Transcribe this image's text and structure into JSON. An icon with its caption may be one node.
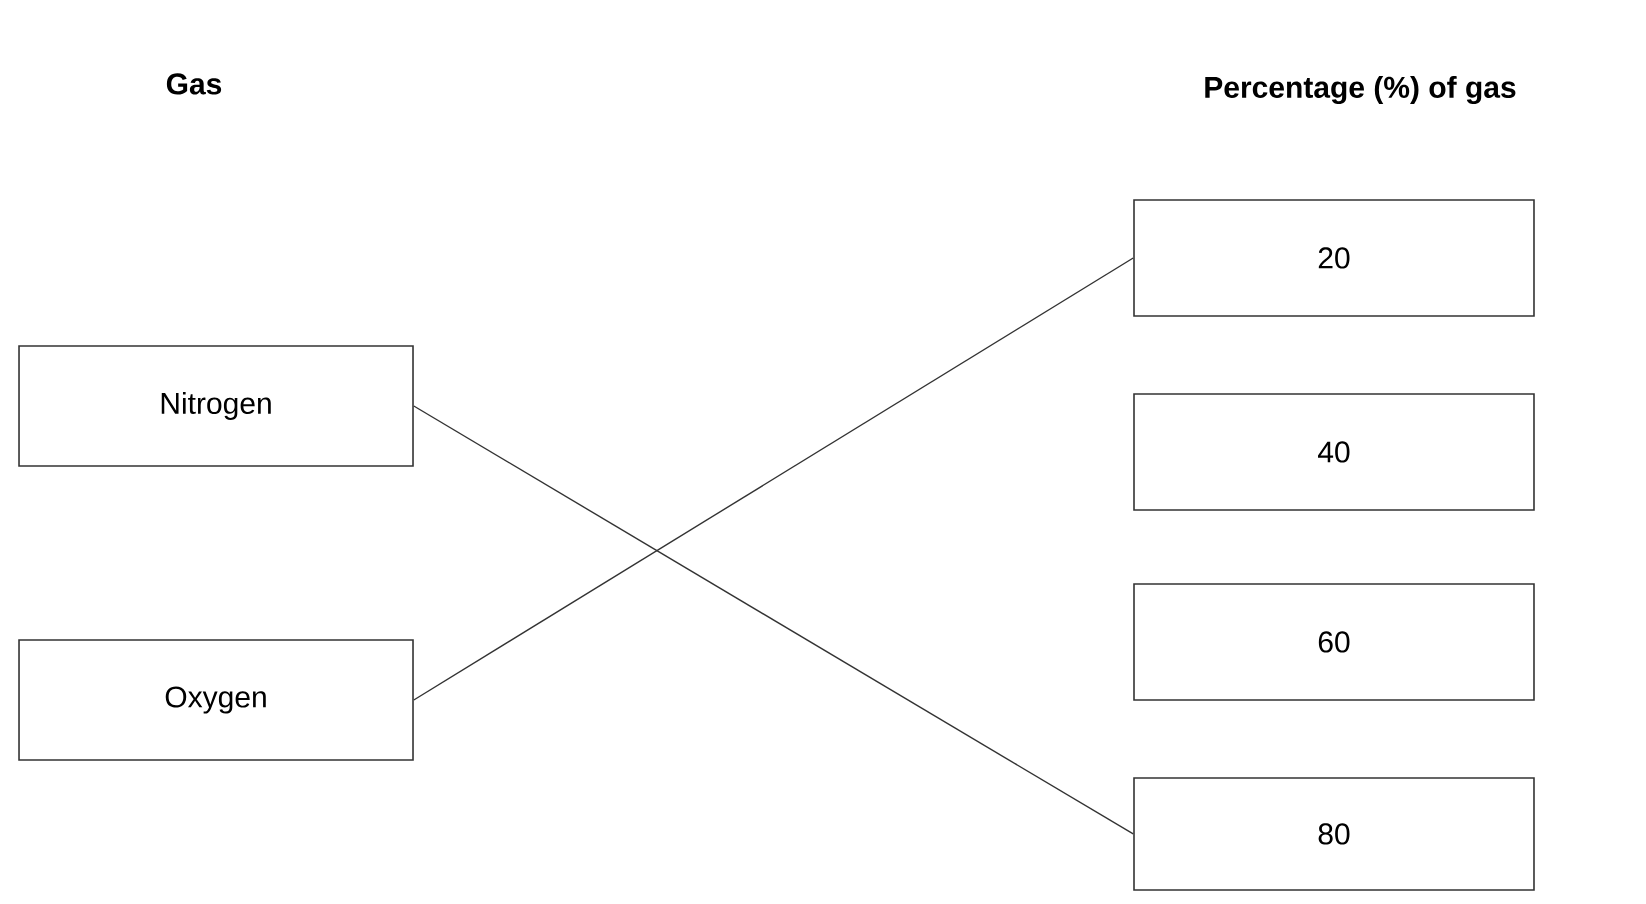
{
  "diagram": {
    "nodes": [
      {
        "text": [
          "Nitrogen"
        ]
      },
      {
        "text": [
          "Oxygen"
        ]
      },
      {
        "text": [
          "20"
        ]
      },
      {
        "text": [
          "40"
        ]
      },
      {
        "text": [
          "60"
        ]
      },
      {
        "text": [
          "80"
        ]
      }
    ],
    "edges": [
      {
        "from": 0,
        "to": 5,
        "arrow": "none"
      },
      {
        "from": 1,
        "to": 2,
        "arrow": "none"
      }
    ],
    "labels": [
      "Gas",
      "Percentage (%) of gas"
    ]
  }
}
